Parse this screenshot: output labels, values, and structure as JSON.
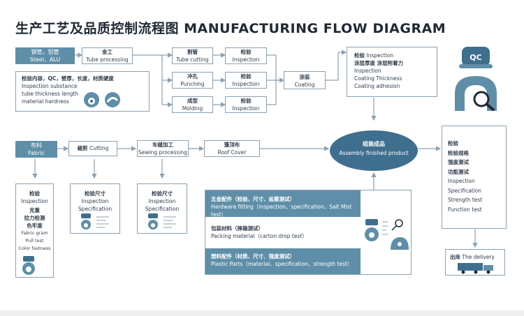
{
  "title": "生产工艺及品质控制流程图  MANUFACTURING FLOW DIAGRAM",
  "steel": {
    "cn": "钢管，铝管",
    "en": "Steel，ALU"
  },
  "inspection_content": {
    "cn": "检验内容，QC，壁厚，长度，材质硬度",
    "en1": "Inspection substance",
    "en2": "tube thickness length",
    "en3": "material hardness"
  },
  "metalwork": {
    "cn": "金工",
    "en": "Tube processing"
  },
  "cutting": {
    "cn": "割管",
    "en": "Tube cutting"
  },
  "punching": {
    "cn": "冲孔",
    "en": "Punching"
  },
  "molding": {
    "cn": "成型",
    "en": "Molding"
  },
  "insp_a": {
    "cn": "检验",
    "en": "Inspection"
  },
  "insp_b": {
    "cn": "检验",
    "en": "Inspection"
  },
  "insp_c": {
    "cn": "检验",
    "en": "Inspection"
  },
  "coating": {
    "cn": "涂装",
    "en": "Coating"
  },
  "coating_insp": {
    "l1cn": "检验",
    "l1en": "Inspection",
    "l2": "涂层厚度  涂层附着力",
    "l3": "Inspection",
    "l4": "Coating Thickness",
    "l5": "Coating adhesion"
  },
  "qc_badge": "QC",
  "fabric": {
    "cn": "布料",
    "en": "Fabric"
  },
  "fab_cutting": {
    "cn": "裁剪",
    "en": "Cutting"
  },
  "sewing": {
    "cn": "车缝加工",
    "en": "Sewing processing"
  },
  "roof": {
    "cn": "篷顶布",
    "en": "Roof Cover"
  },
  "assembly": {
    "cn": "组装成品",
    "en": "Assembly finished product"
  },
  "fabric_insp": {
    "l1": "检验",
    "l2": "Inspection",
    "l3": "克重",
    "l4": "拉力检测",
    "l5": "色牢度",
    "l6": "Fabric gram",
    "l7": "Pull test",
    "l8": "Color fastness"
  },
  "cut_insp": {
    "l1": "检验尺寸",
    "l2": "Inspection",
    "l3": "Specification"
  },
  "sew_insp": {
    "l1": "检验尺寸",
    "l2": "Inspection",
    "l3": "Specification"
  },
  "hardware": {
    "cn": "五金配件（检验、尺寸、盐雾测试）",
    "en": "Hardware fitting（inspection、specification、Salt Mist test）"
  },
  "packing": {
    "cn": "包装材料（摔箱测试）",
    "en": "Packing material（carton drop test）"
  },
  "plastic": {
    "cn": "塑料配件（材质、尺寸、强度测试）",
    "en": "Plastic Parts（material、specification、strength test）"
  },
  "final_insp": {
    "l1": "检验",
    "l2": "检验规格",
    "l3": "强度测试",
    "l4": "功能测试",
    "l5": "Inspection",
    "l6": "Specification",
    "l7": "Strength test",
    "l8": "Function test"
  },
  "delivery": {
    "cn": "出库",
    "en": "The delivery"
  },
  "colors": {
    "accent": "#5f8fa8",
    "dark": "#3f6f8e",
    "line": "#8aa1b3"
  }
}
